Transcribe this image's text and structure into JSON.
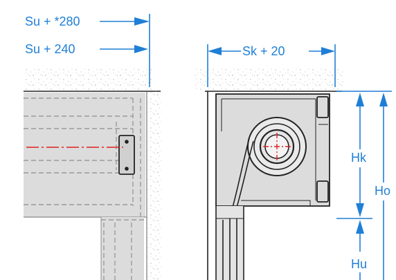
{
  "dimensions": {
    "su_280": "Su + *280",
    "su_240": "Su + 240",
    "sk_20": "Sk + 20",
    "hk": "Hk",
    "ho": "Ho",
    "hu": "Hu"
  },
  "colors": {
    "dimension": "#1f7fd6",
    "axis": "#e02020",
    "panel_fill": "#dcdcdc",
    "concrete_speckle": "#b8b8b8"
  }
}
